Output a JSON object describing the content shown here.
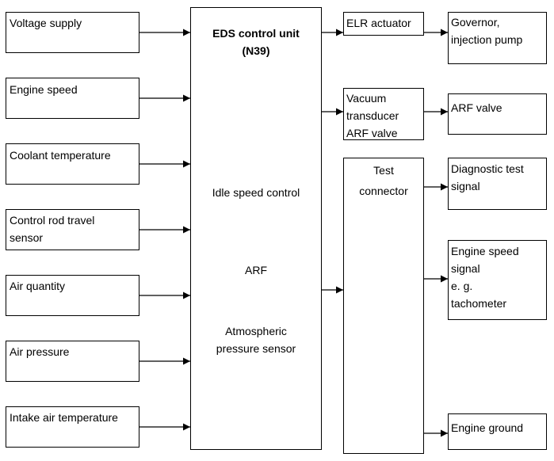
{
  "inputs": [
    {
      "label": "Voltage supply"
    },
    {
      "label": "Engine speed"
    },
    {
      "label": "Coolant temperature"
    },
    {
      "label": "Control rod travel\nsensor"
    },
    {
      "label": "Air quantity"
    },
    {
      "label": "Air pressure"
    },
    {
      "label": "Intake air temperature"
    }
  ],
  "control_unit": {
    "title": "EDS control unit\n(N39)",
    "functions": [
      "Idle speed control",
      "ARF",
      "Atmospheric\npressure sensor"
    ]
  },
  "actuators": [
    {
      "label": "ELR actuator"
    },
    {
      "label": "Vacuum\ntransducer\nARF valve"
    }
  ],
  "test_connector": {
    "label": "Test\nconnector"
  },
  "outputs": [
    {
      "label": "Governor,\ninjection pump"
    },
    {
      "label": "ARF valve"
    },
    {
      "label": "Diagnostic test\nsignal"
    },
    {
      "label": "Engine speed\nsignal\ne. g.\ntachometer"
    },
    {
      "label": "Engine ground"
    }
  ]
}
